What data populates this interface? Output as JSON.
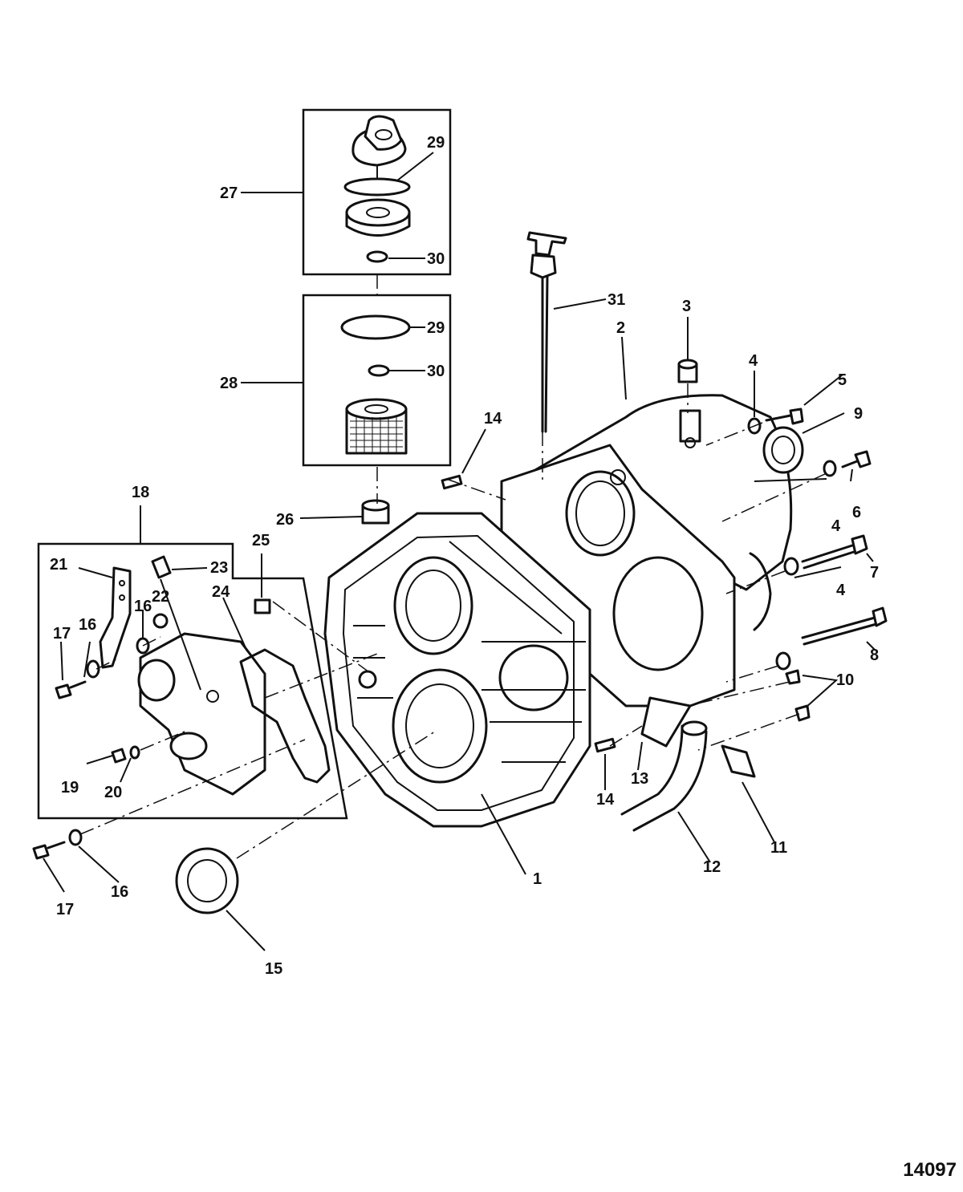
{
  "figure_number": "14097",
  "callouts": [
    "1",
    "2",
    "3",
    "4",
    "5",
    "6",
    "7",
    "8",
    "9",
    "10",
    "11",
    "12",
    "13",
    "14",
    "15",
    "16",
    "17",
    "18",
    "19",
    "20",
    "21",
    "22",
    "23",
    "24",
    "25",
    "26",
    "27",
    "28",
    "29",
    "30",
    "31"
  ],
  "labels": {
    "c1": "1",
    "c2": "2",
    "c3": "3",
    "c4a": "4",
    "c4b": "4",
    "c4c": "4",
    "c5": "5",
    "c6": "6",
    "c7": "7",
    "c8": "8",
    "c9": "9",
    "c10": "10",
    "c11": "11",
    "c12": "12",
    "c13": "13",
    "c14a": "14",
    "c14b": "14",
    "c15": "15",
    "c16a": "16",
    "c16b": "16",
    "c16c": "16",
    "c17a": "17",
    "c17b": "17",
    "c18": "18",
    "c19": "19",
    "c20": "20",
    "c21": "21",
    "c22": "22",
    "c23": "23",
    "c24": "24",
    "c25": "25",
    "c26": "26",
    "c27": "27",
    "c28": "28",
    "c29a": "29",
    "c29b": "29",
    "c30a": "30",
    "c30b": "30",
    "c31": "31"
  }
}
